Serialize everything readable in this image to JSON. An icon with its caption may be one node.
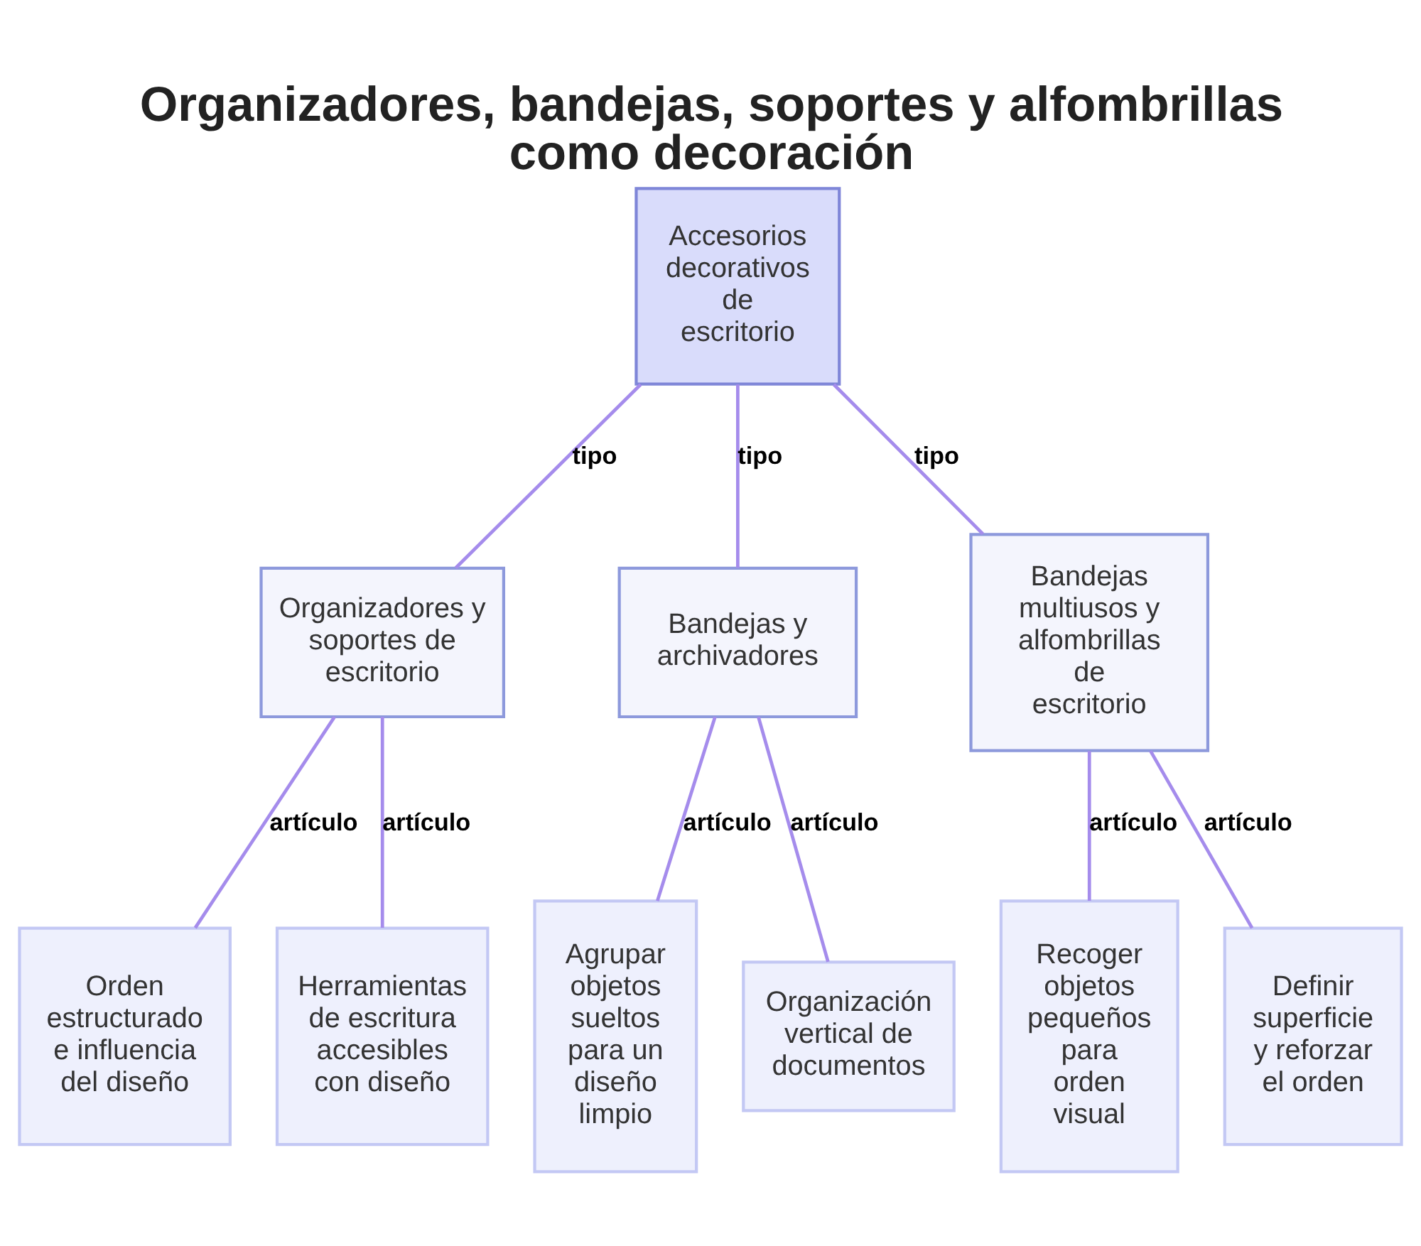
{
  "diagram": {
    "title": "Organizadores, bandejas, soportes y alfombrillas como decoración",
    "nodes": [
      {
        "text": [
          "Accesorios decorativos de escritorio"
        ]
      },
      {
        "text": [
          "Organizadores y soportes de escritorio"
        ]
      },
      {
        "text": [
          "Bandejas y archivadores"
        ]
      },
      {
        "text": [
          "Bandejas multiusos y alfombrillas de escritorio"
        ]
      },
      {
        "text": [
          "Orden estructurado e influencia del diseño"
        ]
      },
      {
        "text": [
          "Herramientas de escritura accesibles con diseño"
        ]
      },
      {
        "text": [
          "Agrupar objetos sueltos para un diseño limpio"
        ]
      },
      {
        "text": [
          "Organización vertical de documentos"
        ]
      },
      {
        "text": [
          "Recoger objetos pequeños para orden visual"
        ]
      },
      {
        "text": [
          "Definir superficie y reforzar el orden"
        ]
      }
    ],
    "edges": [
      {
        "from": 0,
        "to": 1,
        "arrow": "none",
        "label": "tipo"
      },
      {
        "from": 0,
        "to": 2,
        "arrow": "none",
        "label": "tipo"
      },
      {
        "from": 0,
        "to": 3,
        "arrow": "none",
        "label": "tipo"
      },
      {
        "from": 1,
        "to": 4,
        "arrow": "none",
        "label": "artículo"
      },
      {
        "from": 1,
        "to": 5,
        "arrow": "none",
        "label": "artículo"
      },
      {
        "from": 2,
        "to": 6,
        "arrow": "none",
        "label": "artículo"
      },
      {
        "from": 2,
        "to": 7,
        "arrow": "none",
        "label": "artículo"
      },
      {
        "from": 3,
        "to": 8,
        "arrow": "none",
        "label": "artículo"
      },
      {
        "from": 3,
        "to": 9,
        "arrow": "none",
        "label": "artículo"
      }
    ]
  }
}
